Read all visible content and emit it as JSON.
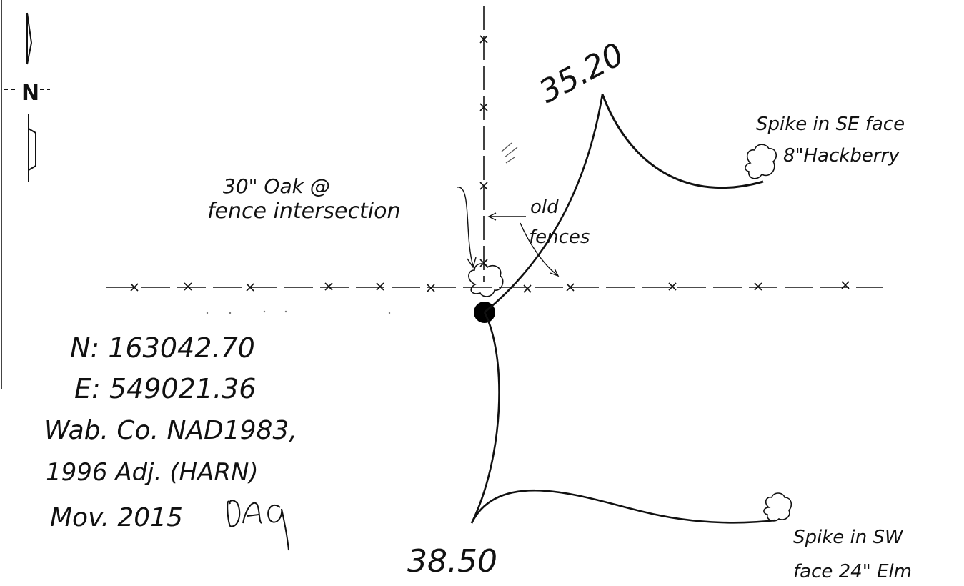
{
  "north_arrow": {
    "letter": "N",
    "icon": "north-arrow-icon"
  },
  "distances": {
    "ne_tie": "35.20",
    "sw_tie": "38.50"
  },
  "oak_label": {
    "line1": "30\" Oak @",
    "line2": "fence intersection"
  },
  "fences_label": {
    "line1": "old",
    "line2": "fences"
  },
  "hackberry_label": {
    "line1": "Spike in SE face",
    "line2": "8\"Hackberry"
  },
  "elm_label": {
    "line1": "Spike in SW",
    "line2": "face  24\" Elm"
  },
  "coords": {
    "northing": "N: 163042.70",
    "easting": "E: 549021.36",
    "datum": "Wab. Co. NAD1983,",
    "adjustment": "1996 Adj. (HARN)",
    "date": "Mov. 2015"
  },
  "signature": {
    "initials": "DAG"
  },
  "colors": {
    "ink": "#111111",
    "paper": "#ffffff"
  }
}
